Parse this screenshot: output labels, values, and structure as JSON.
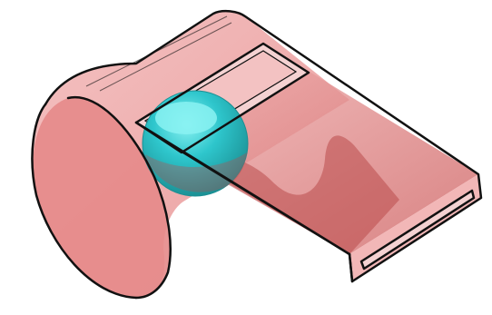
{
  "diagram": {
    "subject": "whistle-cutaway",
    "colors": {
      "background": "#ffffff",
      "outline": "#111111",
      "body_fill": "#e58a8a",
      "body_fill_light": "#f2b7b7",
      "body_inner": "#cf6363",
      "body_shadow": "#b94b4b",
      "slot_fill": "#f4d2d2",
      "ball_light": "#8af2f2",
      "ball_mid": "#2ec6cc",
      "ball_dark": "#1b8f93"
    },
    "parts": [
      "cylindrical-chamber",
      "mouthpiece",
      "air-slot",
      "pea-ball",
      "chamber-opening"
    ]
  }
}
